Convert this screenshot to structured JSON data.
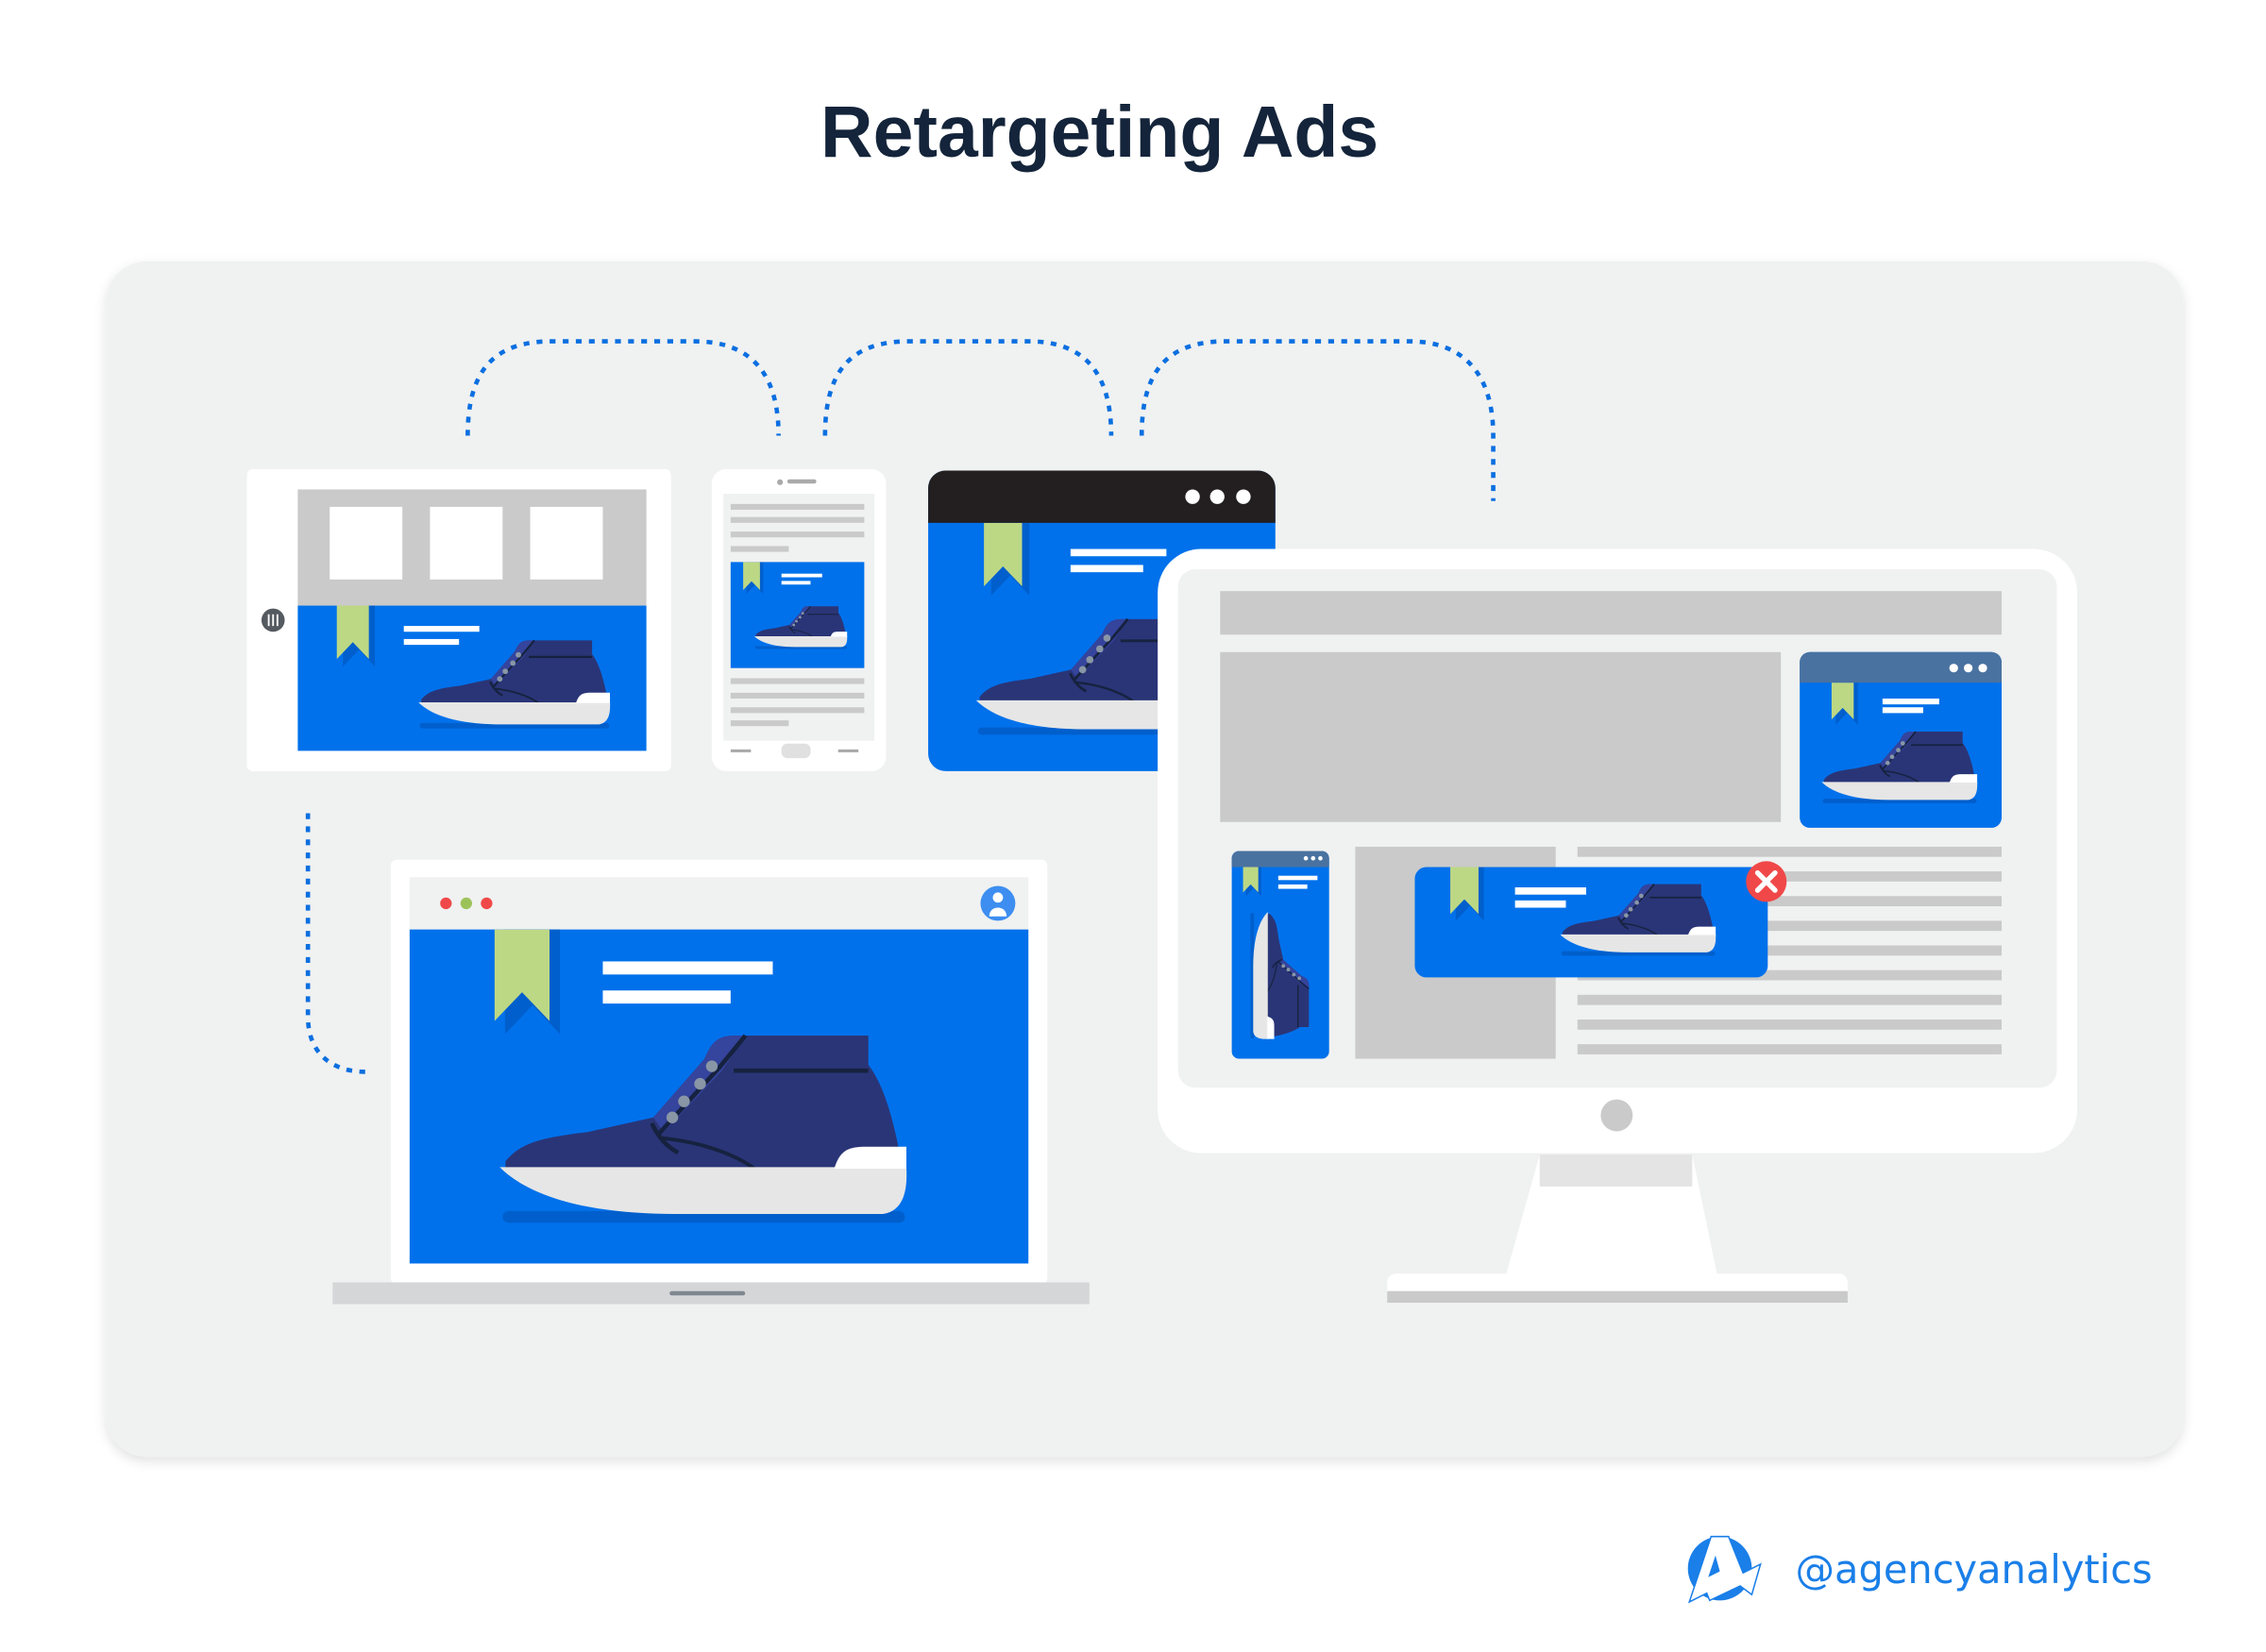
{
  "title": "Retargeting Ads",
  "brand": {
    "handle": "@agencyanalytics",
    "logo_icon": "agencyanalytics-logo-icon"
  },
  "colors": {
    "ad_blue": "#0071eb",
    "shoe_navy": "#2a3577",
    "ribbon_green": "#bdd884",
    "close_red": "#f04848",
    "title_navy": "#14243a",
    "brand_blue": "#1a7fe8"
  },
  "devices": [
    "tablet",
    "phone",
    "browser-window",
    "desktop-monitor",
    "laptop"
  ]
}
